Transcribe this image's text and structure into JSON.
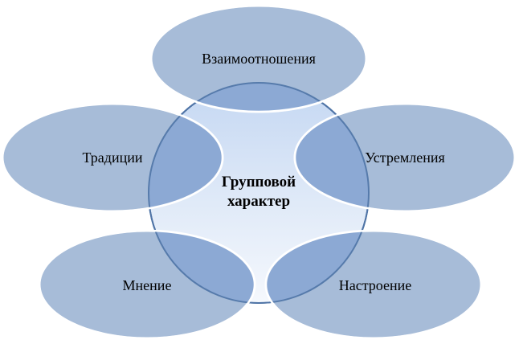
{
  "diagram": {
    "center": {
      "line1": "Групповой",
      "line2": "характер"
    },
    "nodes": {
      "top": "Взаимоотношения",
      "left": "Традиции",
      "right": "Устремления",
      "bottom_left": "Мнение",
      "bottom_right": "Настроение"
    }
  },
  "colors": {
    "satellite_fill": "#a7bcd8",
    "center_fill_top": "#c9dcf4",
    "center_fill_bottom": "#f3f7fd",
    "center_stroke": "#4f74a6",
    "overlap_fill": "#85a3cf",
    "separator": "#ffffff"
  }
}
